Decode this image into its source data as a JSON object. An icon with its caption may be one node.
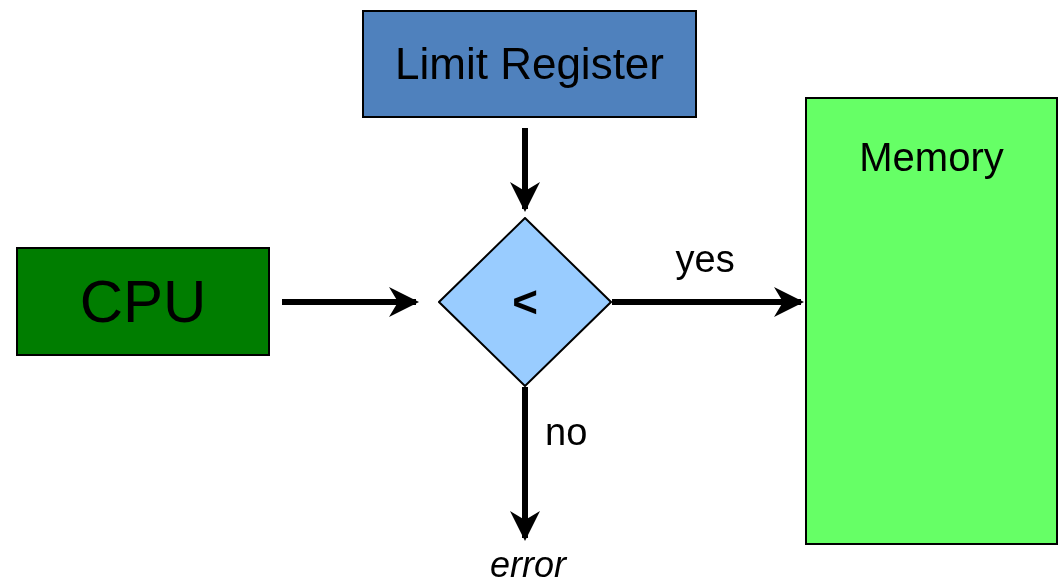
{
  "diagram": {
    "nodes": [
      {
        "text": [
          "Limit Register"
        ]
      },
      {
        "text": [
          "CPU"
        ]
      },
      {
        "text": [
          "<"
        ]
      },
      {
        "text": [
          "Memory"
        ]
      },
      {
        "text": [
          "error"
        ]
      }
    ],
    "edges": [
      {
        "from": 0,
        "to": 2,
        "arrow": "to"
      },
      {
        "from": 1,
        "to": 2,
        "arrow": "to"
      },
      {
        "from": 2,
        "to": 3,
        "arrow": "to",
        "label": "yes"
      },
      {
        "from": 2,
        "to": 4,
        "arrow": "to",
        "label": "no"
      }
    ]
  }
}
